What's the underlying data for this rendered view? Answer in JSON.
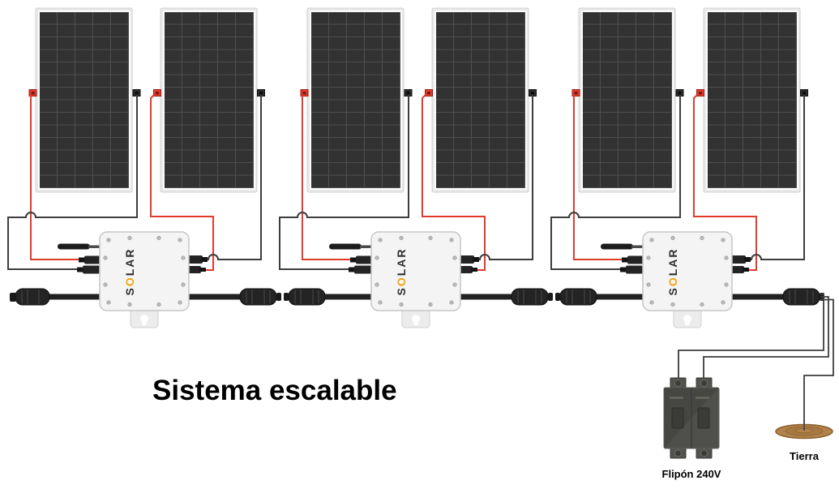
{
  "diagram": {
    "title": "Sistema escalable",
    "breaker_label": "Flipón 240V",
    "ground_label": "Tierra",
    "inverter_logo": {
      "prefix": "S",
      "o": "O",
      "suffix": "LAR"
    },
    "system": {
      "panel_groups": 3,
      "panels_per_group": 2,
      "microinverters": 3,
      "breaker_poles": 2
    },
    "colors": {
      "positive_wire": "#e23b2e",
      "negative_wire": "#3d3d3d",
      "trunk_cable": "#222222",
      "logo_o_accent": "#f0a30a",
      "panel_cell": "#323232",
      "panel_grid_line": "#4e4e4e",
      "panel_frame": "#eaeaea",
      "inverter_body": "#f4f4f4",
      "breaker_body": "#4f4f4b",
      "ground_mound": "#b2824a"
    }
  }
}
